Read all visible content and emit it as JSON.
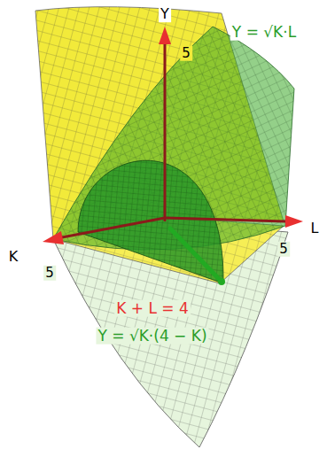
{
  "diagram": {
    "labels": [
      "Y",
      "5",
      "Y = √K·L",
      "L",
      "5",
      "K",
      "5",
      "K + L = 4",
      "Y = √K·(4 − K)"
    ]
  }
}
